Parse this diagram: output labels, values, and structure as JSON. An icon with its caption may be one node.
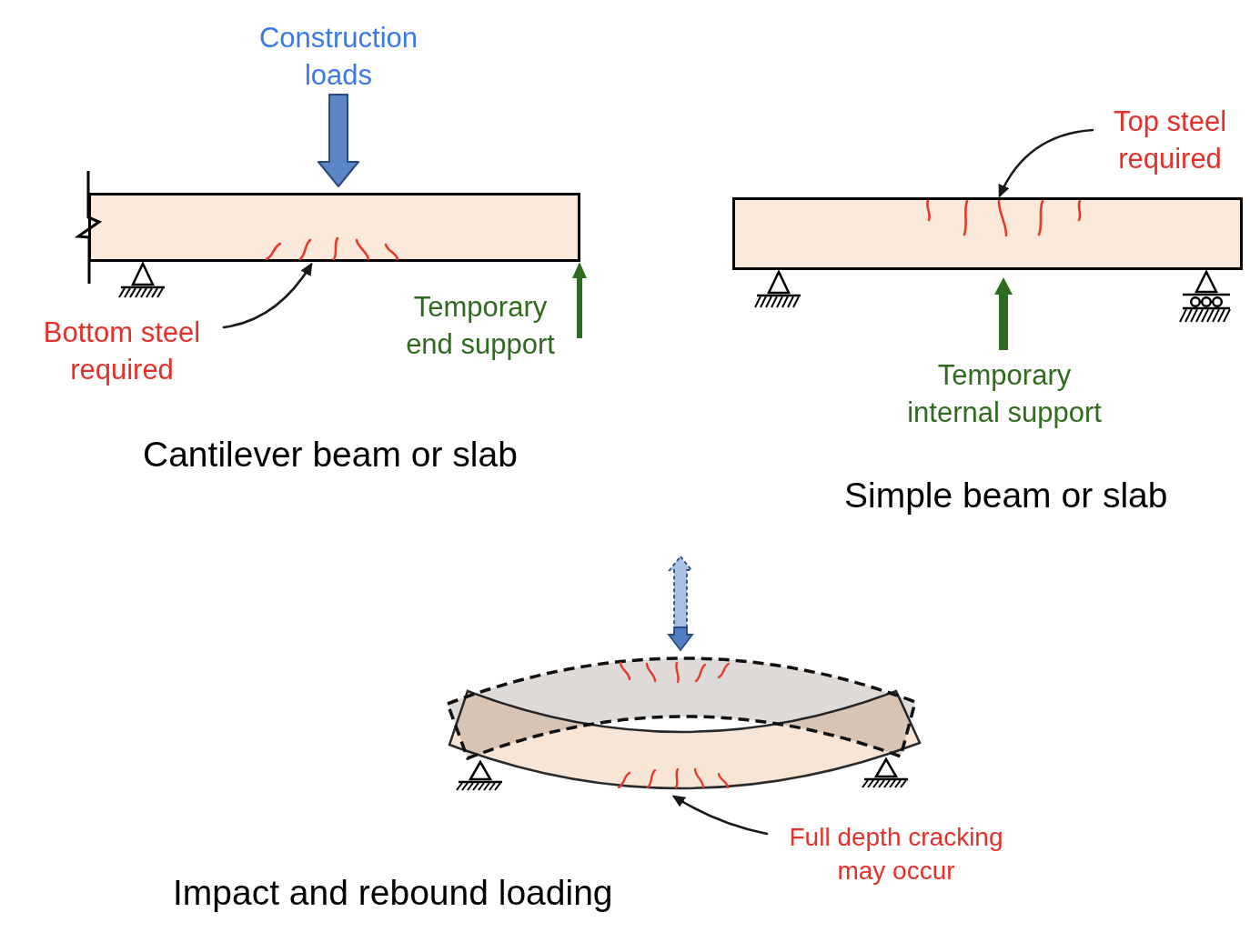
{
  "diagram": {
    "nodes": [
      {
        "text": [],
        "shape": "box"
      },
      {
        "text": [
          "Bottom steel required"
        ]
      },
      {
        "text": [
          "Top steel required"
        ]
      },
      {
        "text": [],
        "shape": "box"
      },
      {
        "text": [],
        "shape": "picture",
        "beside": [
          "Impact and rebound loading"
        ]
      },
      {
        "text": [
          "Full depth cracking may occur"
        ]
      }
    ],
    "edges": [
      {
        "from": 1,
        "to": 0,
        "arrow": "to"
      },
      {
        "from": 2,
        "to": 3,
        "arrow": "to"
      },
      {
        "from": 5,
        "to": 4,
        "arrow": "to"
      }
    ],
    "labels": [
      "Construction loads",
      "Temporary end support",
      "Temporary internal support",
      "Cantilever beam or slab",
      "Simple beam or slab"
    ]
  }
}
